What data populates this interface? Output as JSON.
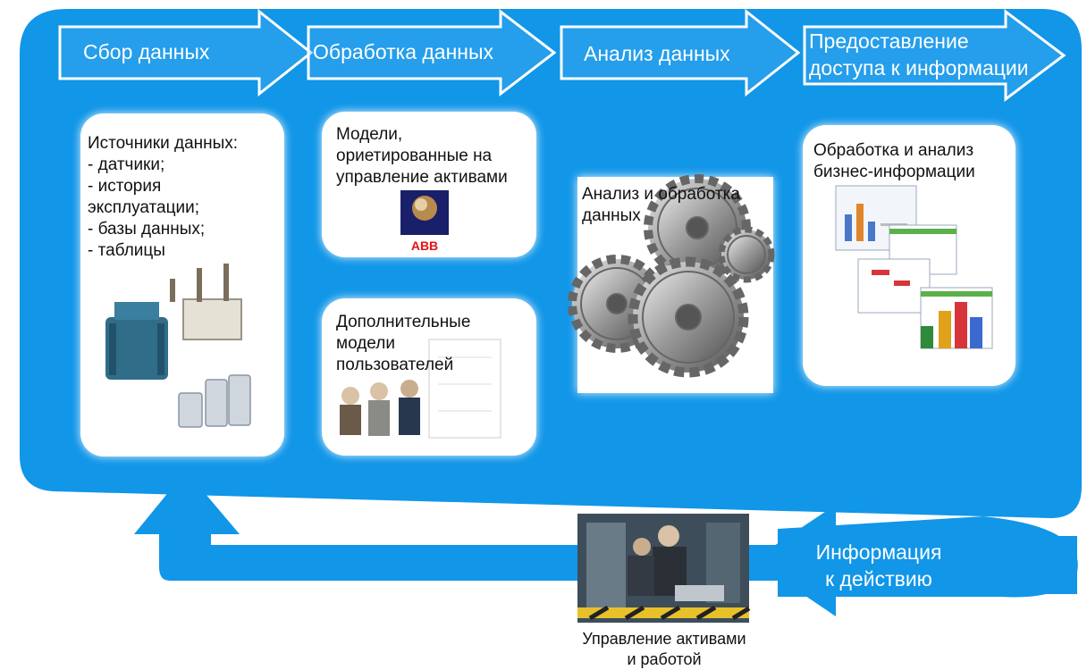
{
  "colors": {
    "loop_blue": "#1196e8",
    "arrow_light": "#4ab0f0",
    "card_bg": "#ffffff"
  },
  "stages": [
    {
      "label": "Сбор данных"
    },
    {
      "label": "Обработка данных"
    },
    {
      "label": "Анализ данных"
    },
    {
      "label": "Предоставление\nдоступа к информации"
    }
  ],
  "cards": {
    "sources": {
      "text": "Источники данных:\n- датчики;\n- история\n  эксплуатации;\n- базы данных;\n- таблицы",
      "icons": [
        "transformer-icon",
        "switchgear-icon",
        "capacitor-icon"
      ]
    },
    "asset_models": {
      "text": "Модели,\nориетированные на\nуправление активами",
      "logo": "ABB"
    },
    "user_models": {
      "text": "Дополнительные\nмодели\nпользователей"
    },
    "analysis": {
      "text": "Анализ и обработка\nданных"
    },
    "business": {
      "text": "Обработка и анализ\nбизнес-информации"
    }
  },
  "feedback": {
    "label": "Информация\nк действию"
  },
  "photo_caption": "Управление активами\nи работой"
}
